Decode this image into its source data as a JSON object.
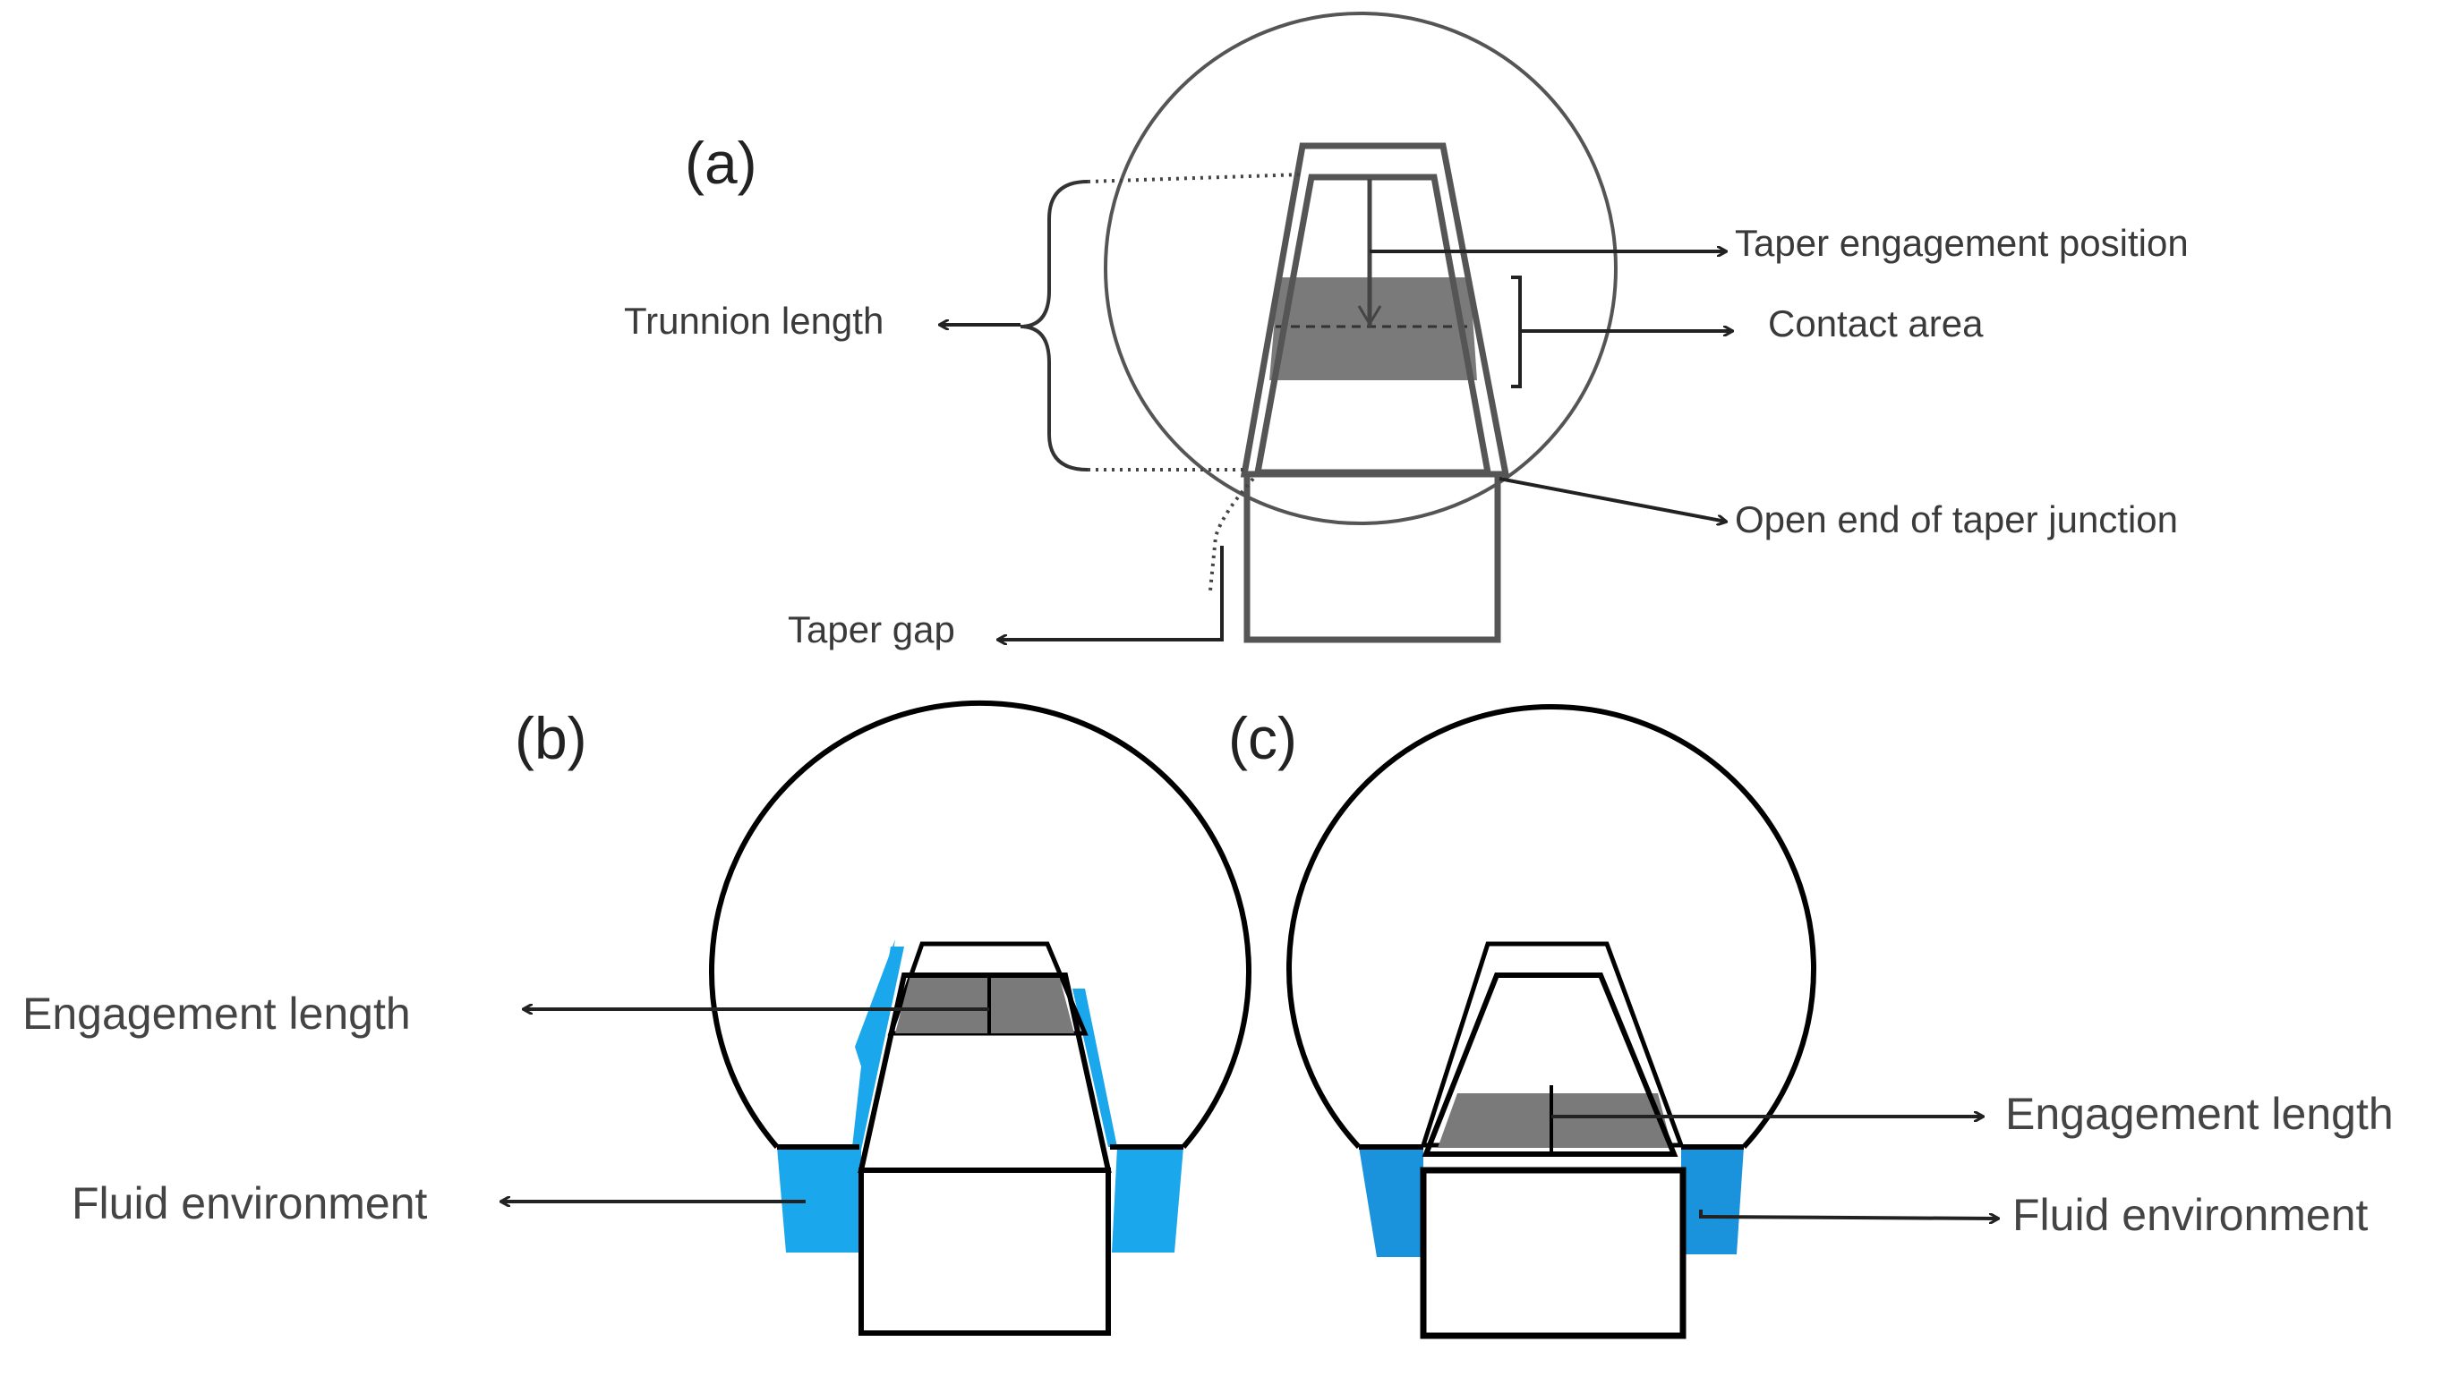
{
  "panels": {
    "a": "(a)",
    "b": "(b)",
    "c": "(c)"
  },
  "labels_a": {
    "taper_engagement_position": "Taper engagement  position",
    "contact_area": "Contact area",
    "trunnion_length": "Trunnion length",
    "open_end": "Open  end  of taper junction",
    "taper_gap": "Taper gap"
  },
  "labels_b": {
    "engagement_length": "Engagement length",
    "fluid_environment": "Fluid environment"
  },
  "labels_c": {
    "engagement_length": "Engagement length",
    "fluid_environment": "Fluid environment"
  },
  "colors": {
    "fluid": "#1aa7ec",
    "contact": "#7a7a7a",
    "outline": "#000000"
  }
}
